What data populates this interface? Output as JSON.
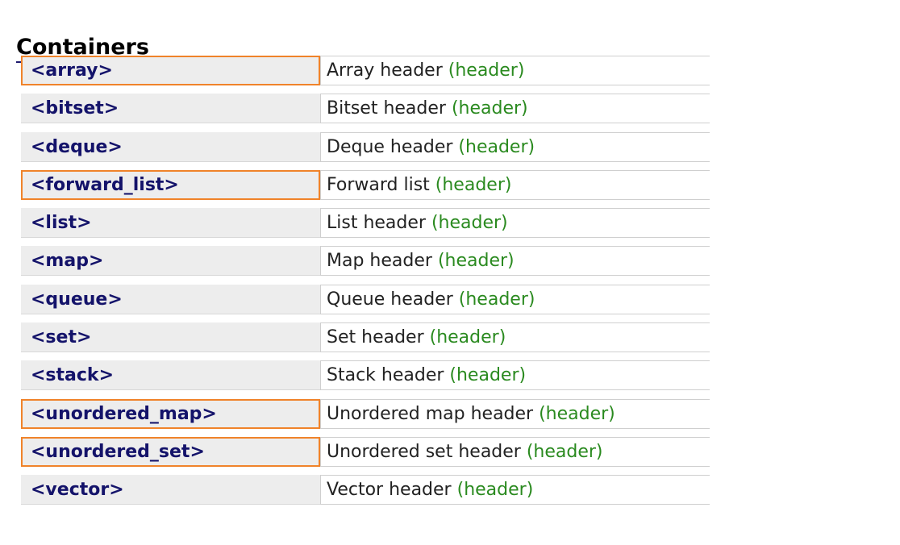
{
  "section": {
    "title": "Containers"
  },
  "colors": {
    "link": "#14136a",
    "tag": "#2a8a1f",
    "highlight": "#f0832a",
    "rule": "#1e1a6e"
  },
  "rows": [
    {
      "name": "<array>",
      "desc": "Array header",
      "tag": "(header)",
      "highlighted": true
    },
    {
      "name": "<bitset>",
      "desc": "Bitset header",
      "tag": "(header)",
      "highlighted": false
    },
    {
      "name": "<deque>",
      "desc": "Deque header",
      "tag": "(header)",
      "highlighted": false
    },
    {
      "name": "<forward_list>",
      "desc": "Forward list",
      "tag": "(header)",
      "highlighted": true
    },
    {
      "name": "<list>",
      "desc": "List header",
      "tag": "(header)",
      "highlighted": false
    },
    {
      "name": "<map>",
      "desc": "Map header",
      "tag": "(header)",
      "highlighted": false
    },
    {
      "name": "<queue>",
      "desc": "Queue header",
      "tag": "(header)",
      "highlighted": false
    },
    {
      "name": "<set>",
      "desc": "Set header",
      "tag": "(header)",
      "highlighted": false
    },
    {
      "name": "<stack>",
      "desc": "Stack header",
      "tag": "(header)",
      "highlighted": false
    },
    {
      "name": "<unordered_map>",
      "desc": "Unordered map header",
      "tag": "(header)",
      "highlighted": true
    },
    {
      "name": "<unordered_set>",
      "desc": "Unordered set header",
      "tag": "(header)",
      "highlighted": true
    },
    {
      "name": "<vector>",
      "desc": "Vector header",
      "tag": "(header)",
      "highlighted": false
    }
  ]
}
